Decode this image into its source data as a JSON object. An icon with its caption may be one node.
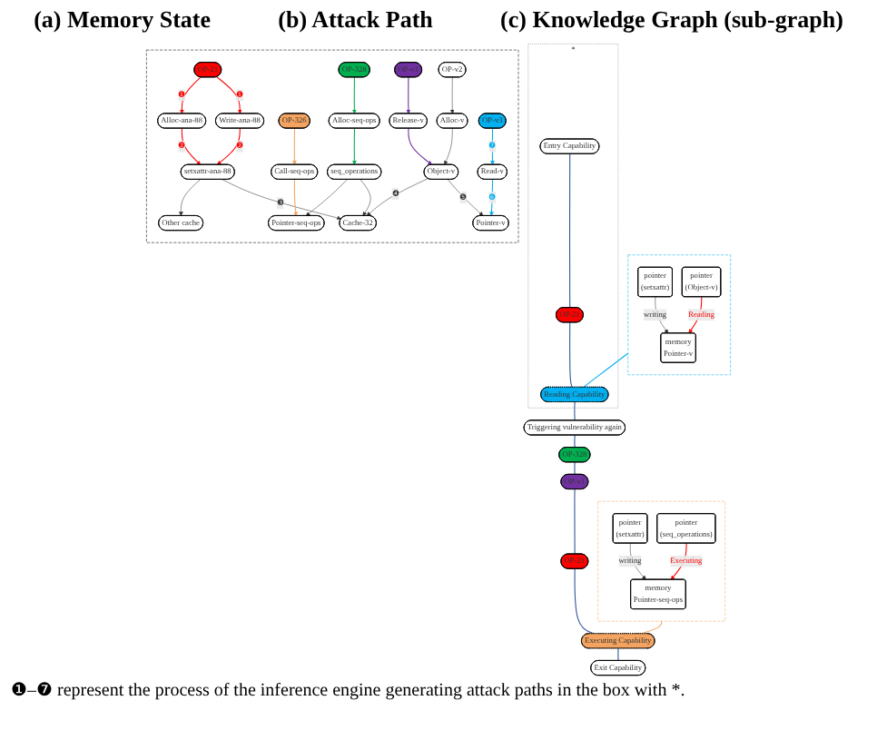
{
  "diagram": {
    "nodes": [
      {
        "text": [],
        "shape": "box"
      },
      {
        "text": [
          "pointer",
          "(setxattr)"
        ],
        "in": 0
      },
      {
        "text": [
          "memory",
          "Pointer-v"
        ],
        "in": 0
      },
      {
        "text": [
          "pointer",
          "(Object-v)"
        ],
        "in": 0
      },
      {
        "text": [],
        "shape": "box"
      },
      {
        "text": [
          "pointer",
          "(setxattr)"
        ],
        "in": 4
      },
      {
        "text": [
          "memory",
          "Pointer-seq-ops"
        ],
        "in": 4
      },
      {
        "text": [
          "pointer",
          "(seq_operations)"
        ],
        "in": 4
      },
      {
        "text": [
          "*"
        ]
      },
      {
        "text": [
          "Entry Capability"
        ],
        "in": 8
      },
      {
        "text": [
          "OP-21"
        ],
        "in": 8
      },
      {
        "text": [
          "Reading Capability"
        ],
        "in": 8
      },
      {
        "text": [
          "Triggering vulnerability again"
        ]
      },
      {
        "text": [
          "OP-328"
        ]
      },
      {
        "text": [
          "OP-v1"
        ]
      },
      {
        "text": [
          "OP-21"
        ]
      },
      {
        "text": [
          "Executing Capability"
        ]
      },
      {
        "text": [
          "Exit Capability"
        ]
      },
      {
        "text": [],
        "shape": "box"
      },
      {
        "text": [
          "Other cache"
        ],
        "in": 18
      },
      {
        "text": [
          "Alloc-ana-88"
        ],
        "in": 18
      },
      {
        "text": [
          "setxattr-ana-88"
        ],
        "in": 18
      },
      {
        "text": [
          "Write-ana-88"
        ],
        "in": 18
      },
      {
        "text": [
          "OP-21"
        ],
        "in": 18
      },
      {
        "text": [
          "Pointer-seq-ops"
        ],
        "in": 18
      },
      {
        "text": [
          "Call-seq-ops"
        ],
        "in": 18
      },
      {
        "text": [
          "OP-326"
        ],
        "in": 18
      },
      {
        "text": [
          "seq_operations"
        ],
        "in": 18
      },
      {
        "text": [
          "Alloc-seq-ops"
        ],
        "in": 18
      },
      {
        "text": [
          "OP-328"
        ],
        "in": 18
      },
      {
        "text": [
          "Cache-32"
        ],
        "in": 18
      },
      {
        "text": [
          "Release-v"
        ],
        "in": 18
      },
      {
        "text": [
          "OP-v1"
        ],
        "in": 18
      },
      {
        "text": [
          "Object-v"
        ],
        "in": 18
      },
      {
        "text": [
          "Alloc-v"
        ],
        "in": 18
      },
      {
        "text": [
          "OP-v2"
        ],
        "in": 18
      },
      {
        "text": [
          "Pointer-v"
        ],
        "in": 18
      },
      {
        "text": [
          "Read-v"
        ],
        "in": 18
      },
      {
        "text": [
          "OP-v3"
        ],
        "in": 18
      }
    ],
    "edges": [
      {
        "from": 1,
        "to": 2,
        "arrow": "to",
        "label": "writing"
      },
      {
        "from": 3,
        "to": 2,
        "arrow": "to",
        "label": "Reading",
        "color": "#ff0000"
      },
      {
        "from": 5,
        "to": 6,
        "arrow": "to",
        "label": "writing"
      },
      {
        "from": 7,
        "to": 6,
        "arrow": "to",
        "label": "Executing",
        "color": "#ff0000"
      },
      {
        "from": 0,
        "to": 11,
        "arrow": "none",
        "color": "#00b0f0"
      },
      {
        "from": 4,
        "to": 16,
        "arrow": "none",
        "color": "#f4a460"
      },
      {
        "from": 9,
        "to": 10,
        "arrow": "none",
        "color": "#2f5597"
      },
      {
        "from": 10,
        "to": 11,
        "arrow": "none",
        "color": "#2f5597"
      },
      {
        "from": 11,
        "to": 12,
        "arrow": "none",
        "color": "#2f5597"
      },
      {
        "from": 12,
        "to": 13,
        "arrow": "none",
        "color": "#2f5597"
      },
      {
        "from": 13,
        "to": 14,
        "arrow": "none",
        "color": "#2f5597"
      },
      {
        "from": 14,
        "to": 15,
        "arrow": "none",
        "color": "#2f5597"
      },
      {
        "from": 15,
        "to": 16,
        "arrow": "none",
        "color": "#2f5597"
      },
      {
        "from": 16,
        "to": 17,
        "arrow": "none",
        "color": "#2f5597"
      },
      {
        "from": 23,
        "to": 20,
        "arrow": "to",
        "label": "❶",
        "color": "#ff0000"
      },
      {
        "from": 20,
        "to": 21,
        "arrow": "to",
        "label": "❷",
        "color": "#ff0000"
      },
      {
        "from": 23,
        "to": 22,
        "arrow": "to",
        "label": "❶",
        "color": "#ff0000"
      },
      {
        "from": 22,
        "to": 21,
        "arrow": "to",
        "label": "❷",
        "color": "#ff0000"
      },
      {
        "from": 21,
        "to": 19,
        "arrow": "to"
      },
      {
        "from": 21,
        "to": 30,
        "arrow": "to",
        "label": "❸"
      },
      {
        "from": 26,
        "to": 25,
        "arrow": "to",
        "color": "#f4a460"
      },
      {
        "from": 25,
        "to": 24,
        "arrow": "to",
        "color": "#f4a460"
      },
      {
        "from": 27,
        "to": 24,
        "arrow": "to"
      },
      {
        "from": 29,
        "to": 28,
        "arrow": "to",
        "color": "#00b050"
      },
      {
        "from": 28,
        "to": 27,
        "arrow": "to",
        "color": "#00b050"
      },
      {
        "from": 27,
        "to": 30,
        "arrow": "to"
      },
      {
        "from": 32,
        "to": 31,
        "arrow": "to",
        "color": "#7030a0"
      },
      {
        "from": 31,
        "to": 33,
        "arrow": "to",
        "color": "#7030a0"
      },
      {
        "from": 33,
        "to": 30,
        "arrow": "to",
        "label": "❹"
      },
      {
        "from": 35,
        "to": 34,
        "arrow": "to"
      },
      {
        "from": 34,
        "to": 33,
        "arrow": "to"
      },
      {
        "from": 33,
        "to": 36,
        "arrow": "to",
        "label": "❺"
      },
      {
        "from": 38,
        "to": 37,
        "arrow": "to",
        "label": "❼",
        "color": "#00b0f0"
      },
      {
        "from": 37,
        "to": 36,
        "arrow": "to",
        "label": "❻",
        "color": "#00b0f0"
      }
    ],
    "labels": [
      "(a) Memory State",
      "(b) Attack Path",
      "(c) Knowledge Graph (sub-graph)",
      "❶–❼ represent the process of the inference engine generating attack paths in the box with *."
    ]
  }
}
